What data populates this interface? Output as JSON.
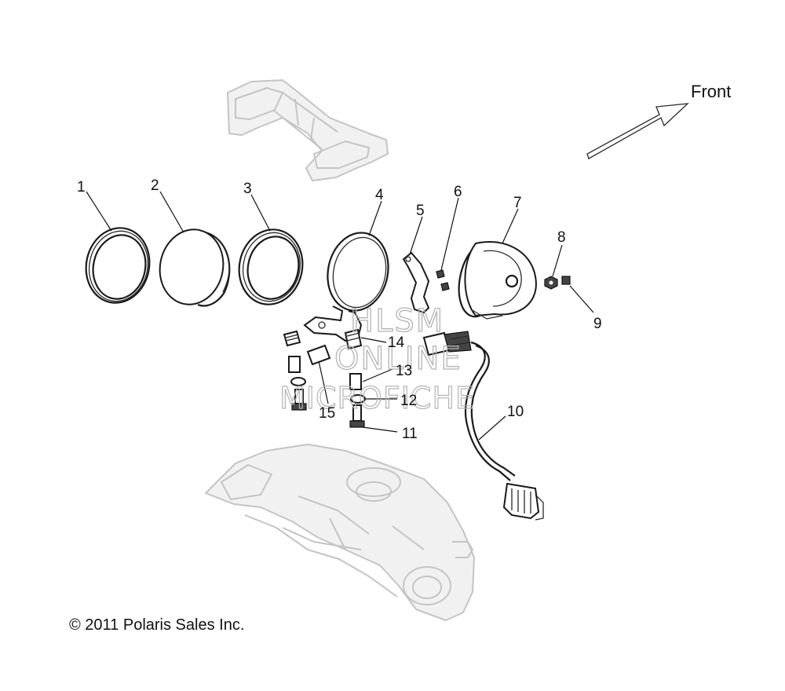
{
  "front_label": "Front",
  "callouts": [
    "1",
    "2",
    "3",
    "4",
    "5",
    "6",
    "7",
    "8",
    "9",
    "10",
    "11",
    "12",
    "13",
    "14",
    "15"
  ],
  "watermark": {
    "line1": "HLSM",
    "line2": "ONLINE",
    "line3": "MICROFICHE"
  },
  "copyright": "© 2011 Polaris Sales Inc."
}
